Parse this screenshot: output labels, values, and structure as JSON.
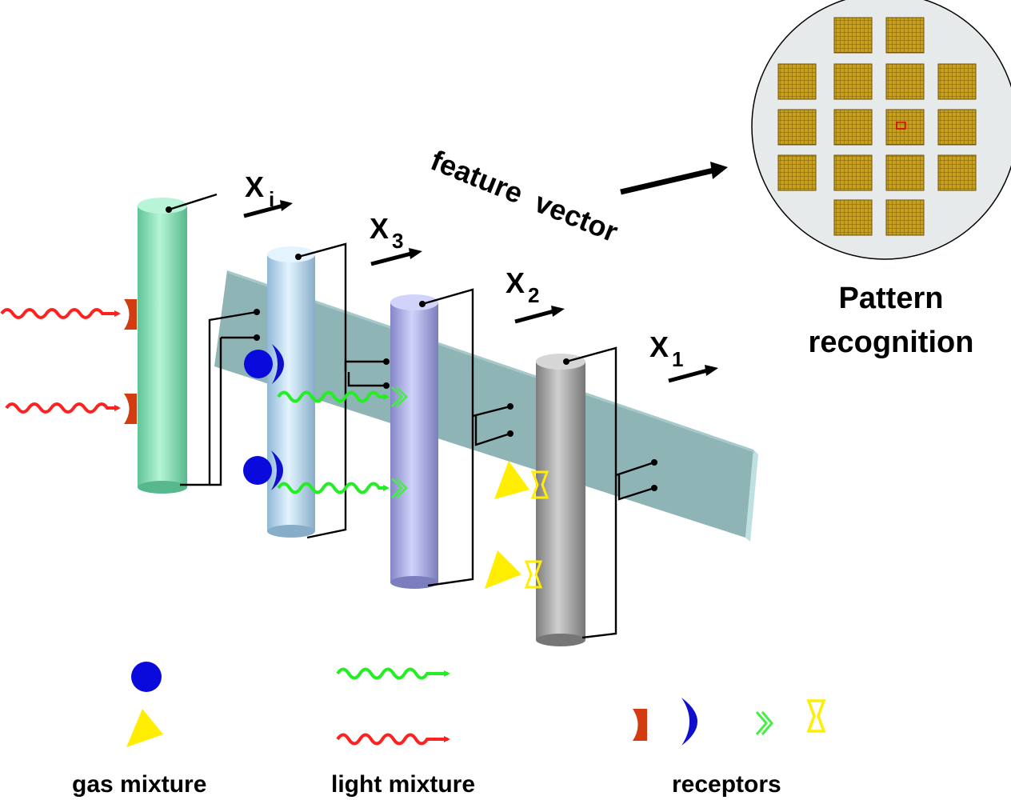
{
  "labels": {
    "xi": "X",
    "xi_sub": "i",
    "x3": "X",
    "x3_sub": "3",
    "x2": "X",
    "x2_sub": "2",
    "x1": "X",
    "x1_sub": "1",
    "feature_vector": "feature  vector",
    "pattern_line1": "Pattern",
    "pattern_line2": "recognition"
  },
  "legend": {
    "gas": "gas mixture",
    "light": "light mixture",
    "receptors": "receptors"
  },
  "colors": {
    "sensor1": "#8fe3bc",
    "sensor2": "#c2e2f6",
    "sensor3": "#aeb0e8",
    "sensor4": "#a3a3a3",
    "slab": "#8fb4b5",
    "slab_end": "#bfe0e0",
    "gas_blue": "#0a0adc",
    "gas_yellow": "#ffee00",
    "light_red": "#ff2020",
    "light_green": "#22ee22",
    "receptor_red": "#d23c10",
    "receptor_blue": "#1010cc",
    "receptor_green": "#44ee44",
    "receptor_yellow": "#ffee00",
    "array_gold": "#c8a020",
    "wafer": "#e7eaea"
  }
}
